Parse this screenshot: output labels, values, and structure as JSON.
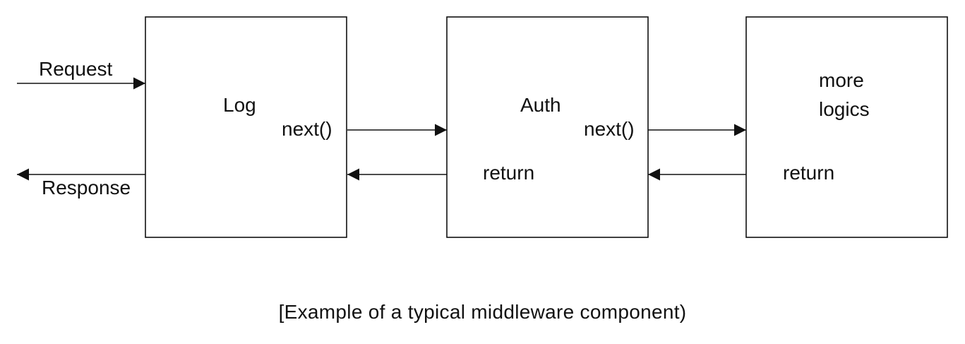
{
  "boxes": {
    "log": {
      "label": "Log",
      "call": "next()"
    },
    "auth": {
      "label": "Auth",
      "call": "next()",
      "return_label": "return"
    },
    "more": {
      "label_line1": "more",
      "label_line2": "logics",
      "return_label": "return"
    }
  },
  "io": {
    "request": "Request",
    "response": "Response"
  },
  "caption": "[Example of a typical middleware component)"
}
